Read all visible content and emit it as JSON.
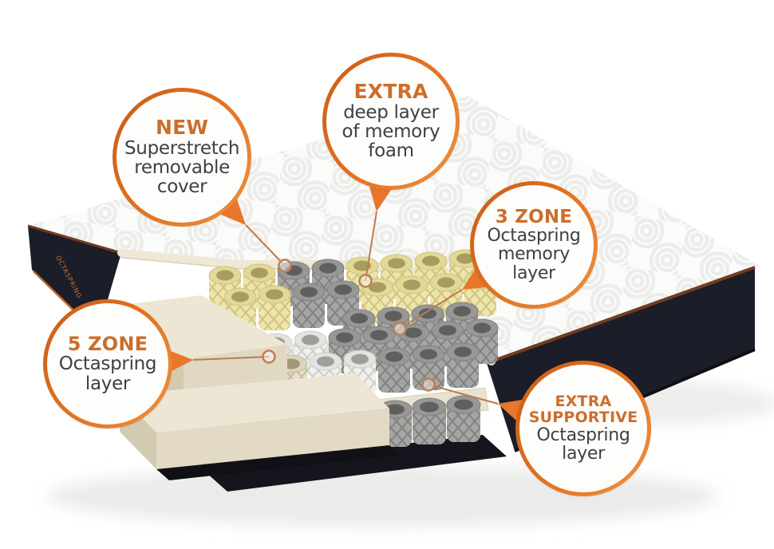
{
  "figure": {
    "kind": "mattress-cutaway-annotated-diagram",
    "background": "#ffffff"
  },
  "callouts": [
    {
      "id": "new-cover",
      "highlight": "NEW",
      "body": "Superstretch removable cover"
    },
    {
      "id": "extra-memory-foam",
      "highlight": "EXTRA",
      "body": "deep layer of memory foam"
    },
    {
      "id": "three-zone",
      "highlight": "3 ZONE",
      "body": "Octaspring memory layer"
    },
    {
      "id": "five-zone",
      "highlight": "5 ZONE",
      "body": "Octaspring layer"
    },
    {
      "id": "extra-supportive",
      "highlight": "EXTRA SUPPORTIVE",
      "body": "Octaspring layer"
    }
  ],
  "brand": {
    "logo_text": "OCTASPRING",
    "accent": "#e8742a"
  },
  "colors": {
    "ring_dark": "#c85d16",
    "ring_light": "#f0913e",
    "highlight_text": "#cc6e2b",
    "body_text": "#3c4145",
    "leader_line": "#b97c50",
    "cover_white": "#fbfbfa",
    "cover_pattern": "#eaeae8",
    "cover_rim": "#efe8d6",
    "side_navy": "#1b1d28",
    "piping_brown": "#703c22",
    "foam_cream": "#e9e2d0",
    "base_black": "#15161d",
    "spring_yellow": "#ede5ac",
    "spring_grey": "#a5a5a3",
    "spring_cream": "#e6dfcb",
    "spring_white": "#f0f0ed"
  },
  "mattress": {
    "layers": [
      {
        "name": "top cover",
        "color_key": "cover_white"
      },
      {
        "name": "memory foam octasprings (3 zone)",
        "color_key": "spring_yellow"
      },
      {
        "name": "comfort octasprings (5 zone)",
        "color_key": "spring_cream"
      },
      {
        "name": "support octasprings",
        "color_key": "spring_grey"
      },
      {
        "name": "foam frame",
        "color_key": "foam_cream"
      },
      {
        "name": "base board",
        "color_key": "base_black"
      }
    ]
  }
}
